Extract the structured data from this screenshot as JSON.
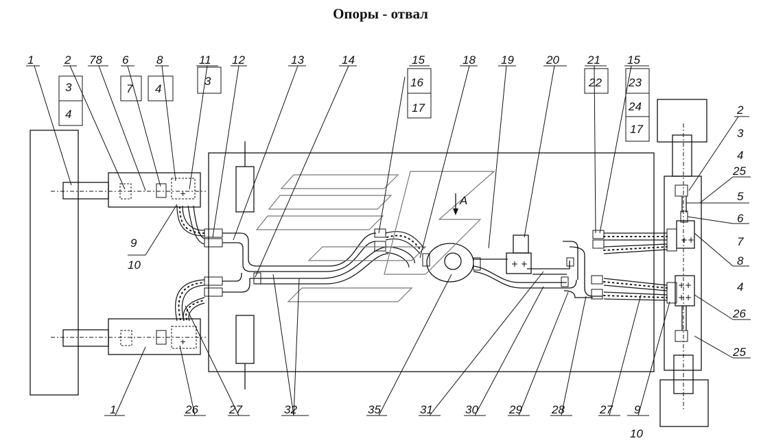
{
  "title": "Опоры - отвал",
  "view_marker": "А",
  "callouts": {
    "top": [
      "1",
      "2",
      "78",
      "6",
      "8",
      "11",
      "12",
      "13",
      "14",
      "15",
      "18",
      "19",
      "20",
      "21",
      "15"
    ],
    "stack_2": [
      "3",
      "4"
    ],
    "stack_6": [
      "7"
    ],
    "stack_8": [
      "4"
    ],
    "stack_11": [
      "3"
    ],
    "stack_15a": [
      "16",
      "17"
    ],
    "stack_21": [
      "22"
    ],
    "stack_15b": [
      "23",
      "24",
      "17"
    ],
    "left": [
      "9",
      "10"
    ],
    "right": [
      "2",
      "3",
      "4",
      "25",
      "5",
      "6",
      "7",
      "8",
      "4",
      "26",
      "25"
    ],
    "bottom": [
      "1",
      "26",
      "27",
      "32",
      "35",
      "31",
      "30",
      "29",
      "28",
      "27",
      "9",
      "10"
    ]
  }
}
